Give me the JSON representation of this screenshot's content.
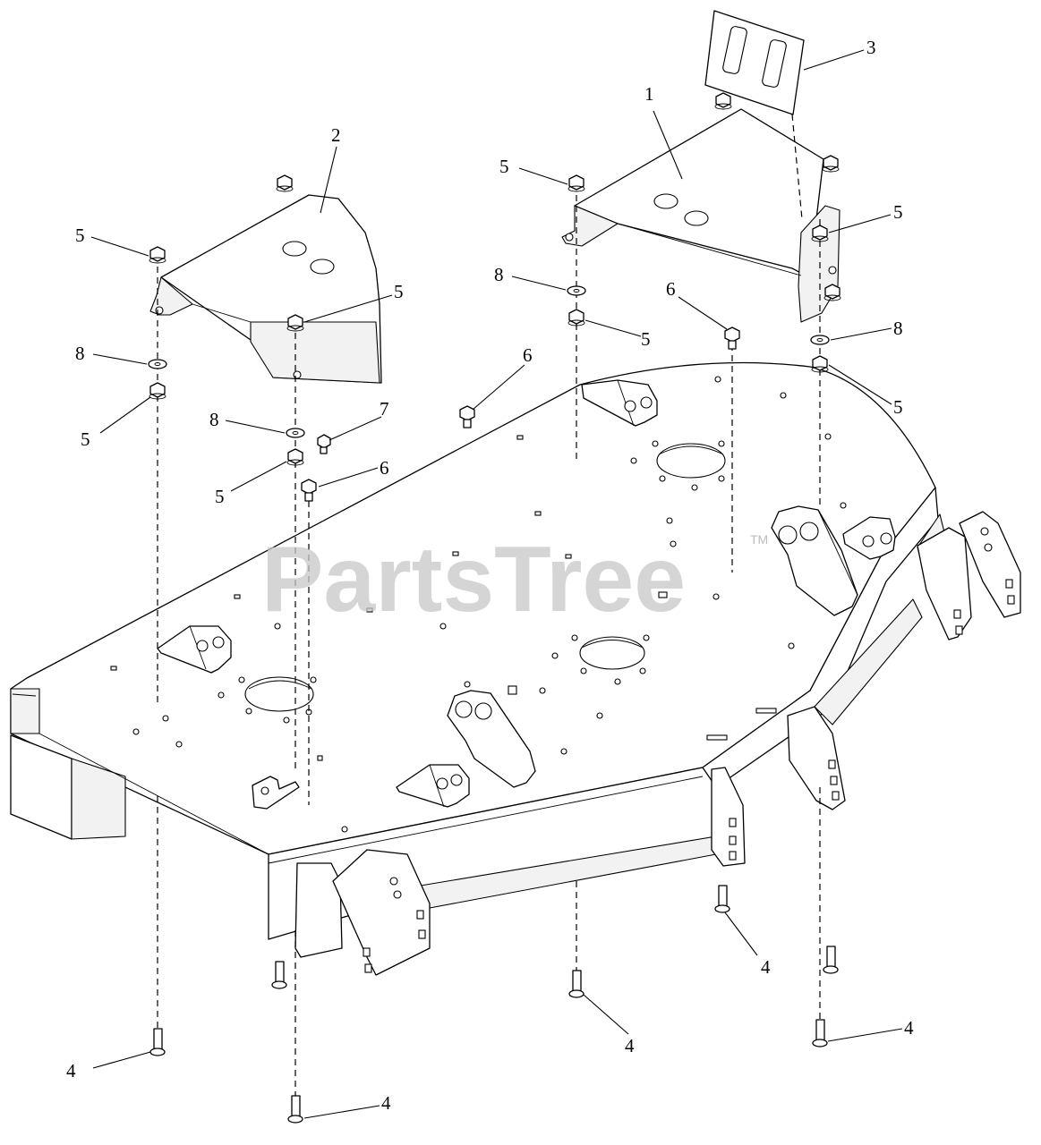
{
  "watermark": {
    "brand": "PartsTree",
    "trademark": "TM"
  },
  "callouts": [
    {
      "id": "c1",
      "label": "1"
    },
    {
      "id": "c2",
      "label": "2"
    },
    {
      "id": "c3",
      "label": "3"
    },
    {
      "id": "c4a",
      "label": "4"
    },
    {
      "id": "c4b",
      "label": "4"
    },
    {
      "id": "c4c",
      "label": "4"
    },
    {
      "id": "c4d",
      "label": "4"
    },
    {
      "id": "c4e",
      "label": "4"
    },
    {
      "id": "c5a",
      "label": "5"
    },
    {
      "id": "c5b",
      "label": "5"
    },
    {
      "id": "c5c",
      "label": "5"
    },
    {
      "id": "c5d",
      "label": "5"
    },
    {
      "id": "c5e",
      "label": "5"
    },
    {
      "id": "c5f",
      "label": "5"
    },
    {
      "id": "c5g",
      "label": "5"
    },
    {
      "id": "c5h",
      "label": "5"
    },
    {
      "id": "c6a",
      "label": "6"
    },
    {
      "id": "c6b",
      "label": "6"
    },
    {
      "id": "c6c",
      "label": "6"
    },
    {
      "id": "c7",
      "label": "7"
    },
    {
      "id": "c8a",
      "label": "8"
    },
    {
      "id": "c8b",
      "label": "8"
    },
    {
      "id": "c8c",
      "label": "8"
    },
    {
      "id": "c8d",
      "label": "8"
    }
  ]
}
